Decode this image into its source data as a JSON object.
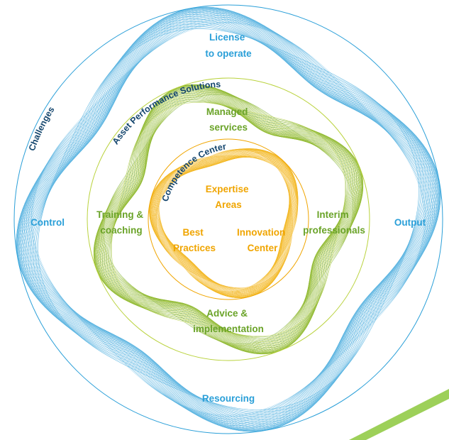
{
  "colors": {
    "blue": "#2a9fd8",
    "blue_light": "#8cc9ea",
    "green": "#6aa328",
    "green_light": "#b9d23c",
    "orange": "#f0a500",
    "orange_light": "#f6c840",
    "navy": "#14466e",
    "corner_green": "#8cc83c"
  },
  "outer_ring": {
    "arc_label": "Challenges",
    "top": [
      "License",
      "to operate"
    ],
    "left": "Control",
    "right": "Output",
    "bottom": "Resourcing"
  },
  "middle_ring": {
    "arc_label": "Asset Performance Solutions",
    "top": [
      "Managed",
      "services"
    ],
    "left": [
      "Training &",
      "coaching"
    ],
    "right": [
      "Interim",
      "professionals"
    ],
    "bottom": [
      "Advice &",
      "implementation"
    ]
  },
  "inner_ring": {
    "arc_label": "Competence Center",
    "top": [
      "Expertise",
      "Areas"
    ],
    "left": [
      "Best",
      "Practices"
    ],
    "right": [
      "Innovation",
      "Center"
    ]
  }
}
